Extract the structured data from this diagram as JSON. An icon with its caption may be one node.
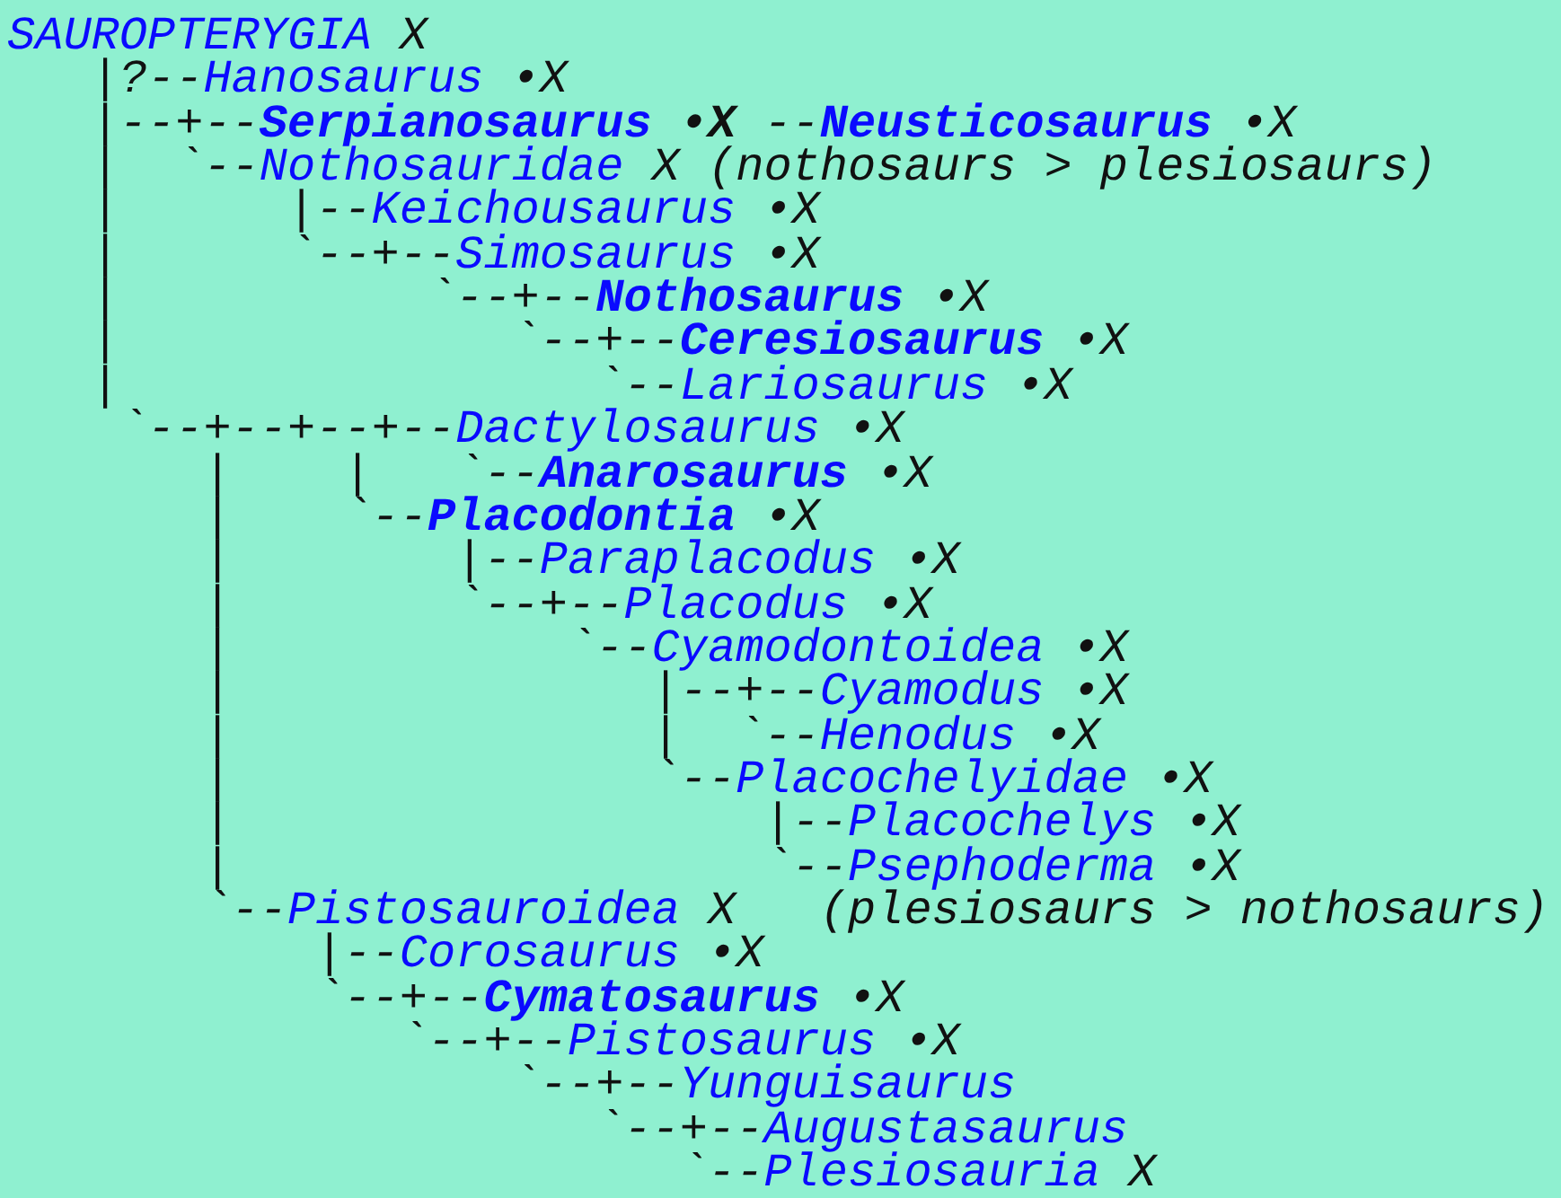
{
  "diagram": {
    "nodes": [
      {
        "text": [
          "SAUROPTERYGIA"
        ]
      },
      {
        "text": [
          "Hanosaurus"
        ]
      },
      {
        "text": [
          "**Serpianosaurus**"
        ]
      },
      {
        "text": [
          "**Neusticosaurus**"
        ]
      },
      {
        "text": [
          "Nothosauridae"
        ]
      },
      {
        "text": [
          "Keichousaurus"
        ]
      },
      {
        "text": [
          "Simosaurus"
        ]
      },
      {
        "text": [
          "**Nothosaurus**"
        ]
      },
      {
        "text": [
          "**Ceresiosaurus**"
        ]
      },
      {
        "text": [
          "Lariosaurus"
        ]
      },
      {
        "text": [
          "Dactylosaurus"
        ]
      },
      {
        "text": [
          "**Anarosaurus**"
        ]
      },
      {
        "text": [
          "**Placodontia**"
        ]
      },
      {
        "text": [
          "Paraplacodus"
        ]
      },
      {
        "text": [
          "Placodus"
        ]
      },
      {
        "text": [
          "Cyamodontoidea"
        ]
      },
      {
        "text": [
          "Cyamodus"
        ]
      },
      {
        "text": [
          "Henodus"
        ]
      },
      {
        "text": [
          "Placochelyidae"
        ]
      },
      {
        "text": [
          "Placochelys"
        ]
      },
      {
        "text": [
          "Psephoderma"
        ]
      },
      {
        "text": [
          "Pistosauroidea"
        ]
      },
      {
        "text": [
          "Corosaurus"
        ]
      },
      {
        "text": [
          "**Cymatosaurus**"
        ]
      },
      {
        "text": [
          "Pistosaurus"
        ]
      },
      {
        "text": [
          "Yunguisaurus"
        ]
      },
      {
        "text": [
          "Augustasaurus"
        ]
      },
      {
        "text": [
          "Plesiosauria"
        ]
      }
    ],
    "labels": [
      "X",
      "|?--",
      "•X",
      "|--+--",
      "**•X**",
      "--",
      "•X",
      "|",
      "`--",
      "X",
      "(nothosaurs > plesiosaurs)",
      "|",
      "|--",
      "•X",
      "|",
      "`--+--",
      "•X",
      "|",
      "`--+--",
      "•X",
      "|",
      "`--+--",
      "•X",
      "|",
      "`--",
      "•X",
      "`--+--+--+--",
      "•X",
      "|",
      "|",
      "`--",
      "•X",
      "|",
      "`--",
      "•X",
      "|",
      "|--",
      "•X",
      "|",
      "`--+--",
      "•X",
      "|",
      "`--",
      "•X",
      "|",
      "|--+--",
      "•X",
      "|",
      "|",
      "`--",
      "•X",
      "|",
      "`--",
      "•X",
      "|",
      "|--",
      "•X",
      "|",
      "`--",
      "•X",
      "`--",
      "X",
      "(plesiosaurs > nothosaurs)",
      "|--",
      "•X",
      "`--+--",
      "•X",
      "`--+--",
      "•X",
      "`--+--",
      "`--+--",
      "`--",
      "X"
    ]
  }
}
